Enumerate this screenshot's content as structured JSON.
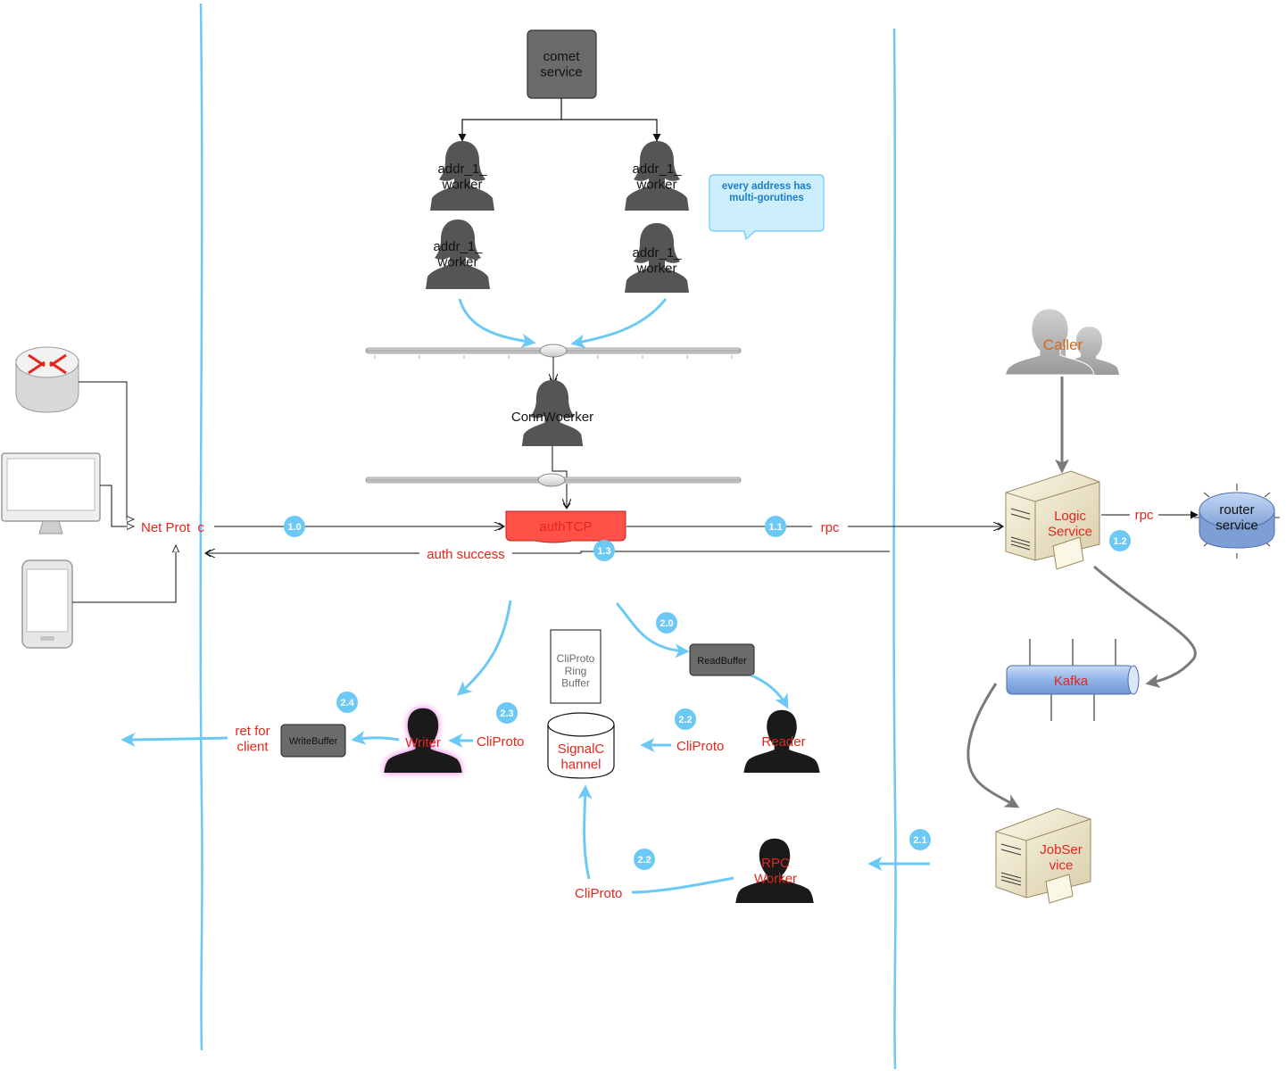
{
  "colors": {
    "accent_blue": "#6cc9f5",
    "label_red": "#e3261c",
    "label_orange": "#d2691e",
    "box_gray": "#6b6b6b",
    "auth_box": "#ff5147",
    "kafka_blue": "#8fb3e8",
    "router_blue": "#9cb8e6",
    "note_bg": "#cdeefc",
    "note_text": "#1a7ec8"
  },
  "nodes": {
    "comet_service": "comet\nservice",
    "worker_top_left": "addr_1_\nworker",
    "worker_top_right": "addr_1_\nworker",
    "worker_mid_left": "addr_1_\nworker",
    "worker_mid_right": "addr_1_\nworker",
    "note": "every address has\nmulti-gorutines",
    "conn_worker": "ConnWoerker",
    "auth_tcp": "authTCP",
    "net_protocol": "Net Prot  c",
    "auth_success": "auth success",
    "rpc_1": "rpc",
    "rpc_2": "rpc",
    "caller": "Caller",
    "logic_service": "Logic\nService",
    "router_service": "router\nservice",
    "kafka": "Kafka",
    "job_service": "JobSer\nvice",
    "read_buffer": "ReadBuffer",
    "write_buffer": "WriteBuffer",
    "ring_buffer": "CliProto\nRing\nBuffer",
    "signal_channel": "SignalC\nhannel",
    "reader": "Reader",
    "writer": "Writer",
    "rpc_worker": "RPC\nWorker",
    "cliproto_writer": "CliProto",
    "cliproto_reader": "CliProto",
    "cliproto_rpc": "CliProto",
    "ret_for_client": "ret for\nclient"
  },
  "badges": {
    "b_1_0": "1.0",
    "b_1_1": "1.1",
    "b_1_2": "1.2",
    "b_1_3": "1.3",
    "b_2_0": "2.0",
    "b_2_1": "2.1",
    "b_2_2a": "2.2",
    "b_2_2b": "2.2",
    "b_2_3": "2.3",
    "b_2_4": "2.4"
  }
}
